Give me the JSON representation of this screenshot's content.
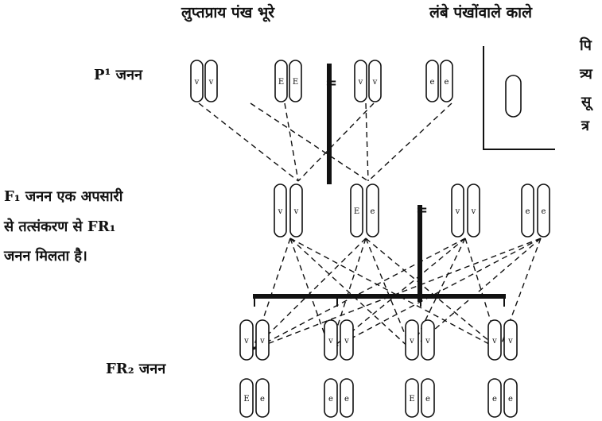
{
  "headers": {
    "left": "लुप्तप्राय पंख भूरे",
    "right": "लंबे पंखोंवाले काले"
  },
  "side_label_chars": [
    "पि",
    "त्र्य",
    "सू",
    "त्र"
  ],
  "generation_labels": {
    "p1": "P¹ जनन",
    "f1_lines": [
      "F₁ जनन एक अपसारी",
      "से तत्संकरण से FR₁",
      "जनन मिलता है।"
    ],
    "fr2": "FR₂ जनन"
  },
  "operator": "=",
  "parents": {
    "left": [
      [
        "v",
        "v"
      ],
      [
        "E",
        "E"
      ]
    ],
    "right": [
      [
        "v",
        "v"
      ],
      [
        "e",
        "e"
      ]
    ]
  },
  "f1": {
    "left": [
      [
        "v",
        "v"
      ],
      [
        "E",
        "e"
      ]
    ],
    "right": [
      [
        "v",
        "v"
      ],
      [
        "e",
        "e"
      ]
    ]
  },
  "fr2": {
    "top": [
      [
        "v",
        "v"
      ],
      [
        "v",
        "v"
      ],
      [
        "v",
        "v"
      ],
      [
        "v",
        "v"
      ]
    ],
    "bottom": [
      [
        "E",
        "e"
      ],
      [
        "e",
        "e"
      ],
      [
        "E",
        "e"
      ],
      [
        "e",
        "e"
      ]
    ]
  }
}
